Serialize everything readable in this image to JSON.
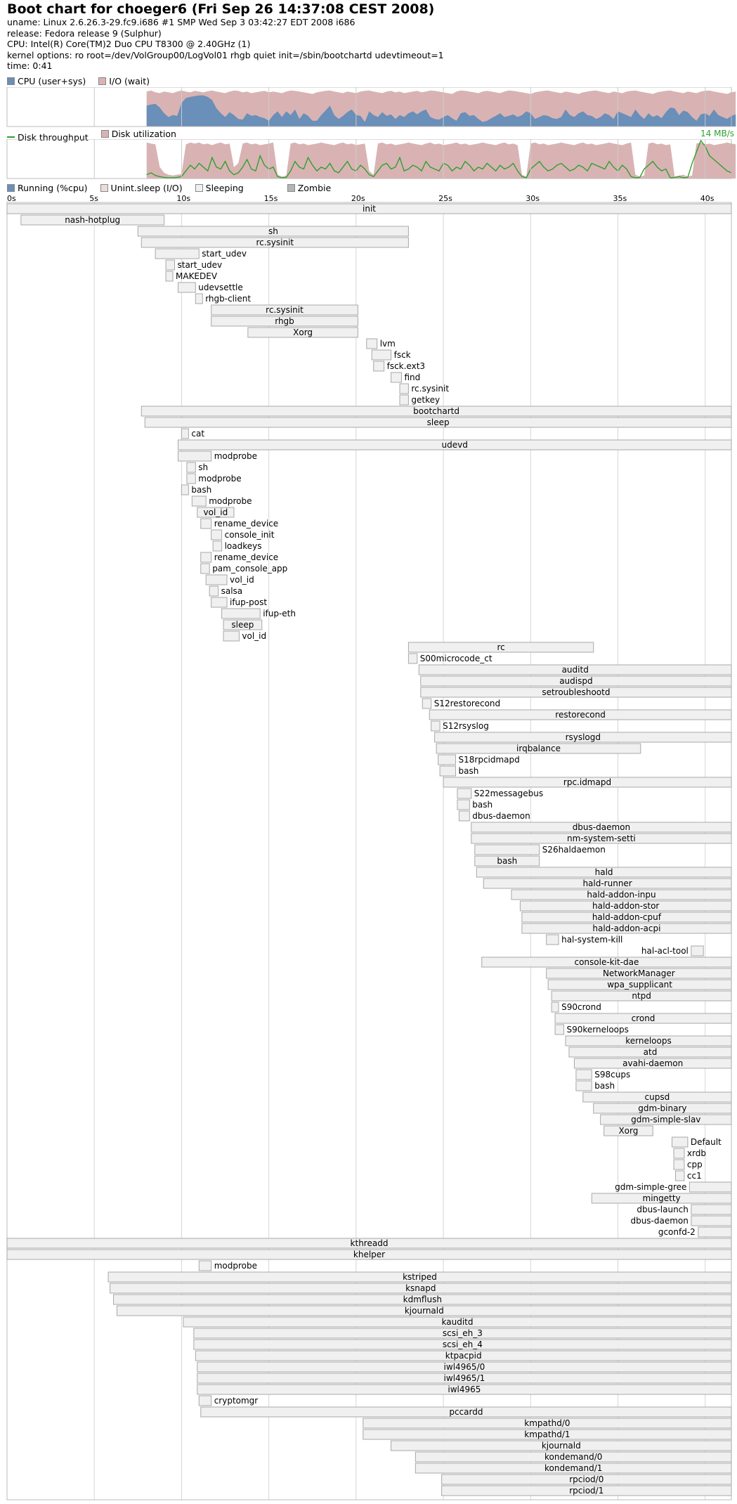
{
  "header": {
    "title": "Boot chart for choeger6 (Fri Sep 26 14:37:08 CEST 2008)",
    "uname": "uname: Linux 2.6.26.3-29.fc9.i686 #1 SMP Wed Sep 3 03:42:27 EDT 2008 i686",
    "release": "release: Fedora release 9 (Sulphur)",
    "cpu": "CPU: Intel(R) Core(TM)2 Duo CPU     T8300  @ 2.40GHz (1)",
    "kernel": "kernel options: ro root=/dev/VolGroup00/LogVol01 rhgb quiet init=/sbin/bootchartd udevtimeout=1",
    "time": "time: 0:41"
  },
  "legends": {
    "cpu_user_sys": "CPU (user+sys)",
    "io_wait": "I/O (wait)",
    "disk_throughput": "Disk throughput",
    "disk_utilization": "Disk utilization",
    "running": "Running (%cpu)",
    "unint_sleep": "Unint.sleep (I/O)",
    "sleeping": "Sleeping",
    "zombie": "Zombie",
    "throughput_max": "14 MB/s"
  },
  "colors": {
    "cpu": "#6a8fb8",
    "io": "#d9b3b3",
    "throughput": "#2ea02e",
    "sleeping_bg": "#f0f0f0",
    "proc_border": "#a8a8a8",
    "grid": "#cccccc",
    "zombie": "#b4b4b4"
  },
  "chart_data": {
    "type": "gantt",
    "x_unit": "s",
    "xlim": [
      0,
      41.5
    ],
    "xticks": [
      "0s",
      "5s",
      "10s",
      "15s",
      "20s",
      "25s",
      "30s",
      "35s",
      "40s"
    ],
    "xtick_values": [
      0,
      5,
      10,
      15,
      20,
      25,
      30,
      35,
      40
    ],
    "cpu_series_start": 8,
    "cpu_step": 0.25,
    "processes": [
      {
        "name": "init",
        "start": 0.0,
        "end": 41.5
      },
      {
        "name": "nash-hotplug",
        "start": 0.8,
        "end": 9.0
      },
      {
        "name": "sh",
        "start": 7.5,
        "end": 23.0
      },
      {
        "name": "rc.sysinit",
        "start": 7.7,
        "end": 23.0
      },
      {
        "name": "start_udev",
        "start": 8.5,
        "end": 11.0
      },
      {
        "name": "start_udev",
        "start": 9.1,
        "end": 9.6
      },
      {
        "name": "MAKEDEV",
        "start": 9.1,
        "end": 9.5
      },
      {
        "name": "udevsettle",
        "start": 9.8,
        "end": 10.8
      },
      {
        "name": "rhgb-client",
        "start": 10.8,
        "end": 11.2
      },
      {
        "name": "rc.sysinit",
        "start": 11.7,
        "end": 20.1
      },
      {
        "name": "rhgb",
        "start": 11.7,
        "end": 20.1
      },
      {
        "name": "Xorg",
        "start": 13.8,
        "end": 20.1
      },
      {
        "name": "lvm",
        "start": 20.6,
        "end": 21.2
      },
      {
        "name": "fsck",
        "start": 20.9,
        "end": 22.0
      },
      {
        "name": "fsck.ext3",
        "start": 21.0,
        "end": 21.6
      },
      {
        "name": "find",
        "start": 22.0,
        "end": 22.6
      },
      {
        "name": "rc.sysinit",
        "start": 22.5,
        "end": 23.0
      },
      {
        "name": "getkey",
        "start": 22.5,
        "end": 23.0
      },
      {
        "name": "bootchartd",
        "start": 7.7,
        "end": 41.5
      },
      {
        "name": "sleep",
        "start": 7.9,
        "end": 41.5
      },
      {
        "name": "cat",
        "start": 10.0,
        "end": 10.4
      },
      {
        "name": "udevd",
        "start": 9.8,
        "end": 41.5
      },
      {
        "name": "modprobe",
        "start": 9.8,
        "end": 11.7
      },
      {
        "name": "sh",
        "start": 10.3,
        "end": 10.8
      },
      {
        "name": "modprobe",
        "start": 10.3,
        "end": 10.8
      },
      {
        "name": "bash",
        "start": 10.0,
        "end": 10.4
      },
      {
        "name": "modprobe",
        "start": 10.6,
        "end": 11.4
      },
      {
        "name": "vol_id",
        "start": 10.9,
        "end": 13.0
      },
      {
        "name": "rename_device",
        "start": 11.1,
        "end": 11.7
      },
      {
        "name": "console_init",
        "start": 11.7,
        "end": 12.3
      },
      {
        "name": "loadkeys",
        "start": 11.8,
        "end": 12.3
      },
      {
        "name": "rename_device",
        "start": 11.1,
        "end": 11.7
      },
      {
        "name": "pam_console_app",
        "start": 11.1,
        "end": 11.6
      },
      {
        "name": "vol_id",
        "start": 11.4,
        "end": 12.6
      },
      {
        "name": "salsa",
        "start": 11.6,
        "end": 12.1
      },
      {
        "name": "ifup-post",
        "start": 11.7,
        "end": 12.6
      },
      {
        "name": "ifup-eth",
        "start": 12.3,
        "end": 14.5
      },
      {
        "name": "sleep",
        "start": 12.4,
        "end": 14.6
      },
      {
        "name": "vol_id",
        "start": 12.4,
        "end": 13.3
      },
      {
        "name": "rc",
        "start": 23.0,
        "end": 33.6
      },
      {
        "name": "S00microcode_ct",
        "start": 23.0,
        "end": 23.5
      },
      {
        "name": "auditd",
        "start": 23.6,
        "end": 41.5
      },
      {
        "name": "audispd",
        "start": 23.7,
        "end": 41.5
      },
      {
        "name": "setroubleshootd",
        "start": 23.7,
        "end": 41.5
      },
      {
        "name": "S12restorecond",
        "start": 23.8,
        "end": 24.3
      },
      {
        "name": "restorecond",
        "start": 24.2,
        "end": 41.5
      },
      {
        "name": "S12rsyslog",
        "start": 24.3,
        "end": 24.8
      },
      {
        "name": "rsyslogd",
        "start": 24.5,
        "end": 41.5
      },
      {
        "name": "irqbalance",
        "start": 24.6,
        "end": 36.3
      },
      {
        "name": "S18rpcidmapd",
        "start": 24.7,
        "end": 25.7
      },
      {
        "name": "bash",
        "start": 24.8,
        "end": 25.7
      },
      {
        "name": "rpc.idmapd",
        "start": 25.0,
        "end": 41.5
      },
      {
        "name": "S22messagebus",
        "start": 25.8,
        "end": 26.6
      },
      {
        "name": "bash",
        "start": 25.8,
        "end": 26.5
      },
      {
        "name": "dbus-daemon",
        "start": 25.9,
        "end": 26.5
      },
      {
        "name": "dbus-daemon",
        "start": 26.6,
        "end": 41.5
      },
      {
        "name": "nm-system-setti",
        "start": 26.6,
        "end": 41.5
      },
      {
        "name": "S26haldaemon",
        "start": 26.8,
        "end": 30.5
      },
      {
        "name": "bash",
        "start": 26.8,
        "end": 30.5
      },
      {
        "name": "hald",
        "start": 26.9,
        "end": 41.5
      },
      {
        "name": "hald-runner",
        "start": 27.3,
        "end": 41.5
      },
      {
        "name": "hald-addon-inpu",
        "start": 28.9,
        "end": 41.5
      },
      {
        "name": "hald-addon-stor",
        "start": 29.4,
        "end": 41.5
      },
      {
        "name": "hald-addon-cpuf",
        "start": 29.5,
        "end": 41.5
      },
      {
        "name": "hald-addon-acpi",
        "start": 29.5,
        "end": 41.5
      },
      {
        "name": "hal-system-kill",
        "start": 30.9,
        "end": 31.6
      },
      {
        "name": "hal-acl-tool",
        "start": 39.2,
        "end": 39.9
      },
      {
        "name": "console-kit-dae",
        "start": 27.2,
        "end": 41.5
      },
      {
        "name": "NetworkManager",
        "start": 30.9,
        "end": 41.5
      },
      {
        "name": "wpa_supplicant",
        "start": 31.0,
        "end": 41.5
      },
      {
        "name": "ntpd",
        "start": 31.2,
        "end": 41.5
      },
      {
        "name": "S90crond",
        "start": 31.2,
        "end": 31.6
      },
      {
        "name": "crond",
        "start": 31.4,
        "end": 41.5
      },
      {
        "name": "S90kerneloops",
        "start": 31.4,
        "end": 31.9
      },
      {
        "name": "kerneloops",
        "start": 32.0,
        "end": 41.5
      },
      {
        "name": "atd",
        "start": 32.2,
        "end": 41.5
      },
      {
        "name": "avahi-daemon",
        "start": 32.5,
        "end": 41.5
      },
      {
        "name": "S98cups",
        "start": 32.6,
        "end": 33.5
      },
      {
        "name": "bash",
        "start": 32.6,
        "end": 33.5
      },
      {
        "name": "cupsd",
        "start": 33.0,
        "end": 41.5
      },
      {
        "name": "gdm-binary",
        "start": 33.6,
        "end": 41.5
      },
      {
        "name": "gdm-simple-slav",
        "start": 34.0,
        "end": 41.5
      },
      {
        "name": "Xorg",
        "start": 34.2,
        "end": 37.0
      },
      {
        "name": "Default",
        "start": 38.1,
        "end": 39.0
      },
      {
        "name": "xrdb",
        "start": 38.2,
        "end": 38.8
      },
      {
        "name": "cpp",
        "start": 38.2,
        "end": 38.8
      },
      {
        "name": "cc1",
        "start": 38.3,
        "end": 38.8
      },
      {
        "name": "gdm-simple-gree",
        "start": 39.1,
        "end": 41.5
      },
      {
        "name": "mingetty",
        "start": 33.5,
        "end": 41.5
      },
      {
        "name": "dbus-launch",
        "start": 39.2,
        "end": 41.5
      },
      {
        "name": "dbus-daemon",
        "start": 39.2,
        "end": 41.5
      },
      {
        "name": "gconfd-2",
        "start": 39.6,
        "end": 41.5
      },
      {
        "name": "kthreadd",
        "start": 0.0,
        "end": 41.5
      },
      {
        "name": "khelper",
        "start": 0.0,
        "end": 41.5
      },
      {
        "name": "modprobe",
        "start": 11.0,
        "end": 11.7
      },
      {
        "name": "kstriped",
        "start": 5.8,
        "end": 41.5
      },
      {
        "name": "ksnapd",
        "start": 5.9,
        "end": 41.5
      },
      {
        "name": "kdmflush",
        "start": 6.1,
        "end": 41.5
      },
      {
        "name": "kjournald",
        "start": 6.3,
        "end": 41.5
      },
      {
        "name": "kauditd",
        "start": 10.1,
        "end": 41.5
      },
      {
        "name": "scsi_eh_3",
        "start": 10.7,
        "end": 41.5
      },
      {
        "name": "scsi_eh_4",
        "start": 10.7,
        "end": 41.5
      },
      {
        "name": "ktpacpid",
        "start": 10.8,
        "end": 41.5
      },
      {
        "name": "iwl4965/0",
        "start": 10.9,
        "end": 41.5
      },
      {
        "name": "iwl4965/1",
        "start": 10.9,
        "end": 41.5
      },
      {
        "name": "iwl4965",
        "start": 10.9,
        "end": 41.5
      },
      {
        "name": "cryptomgr",
        "start": 11.0,
        "end": 11.7
      },
      {
        "name": "pccardd",
        "start": 11.1,
        "end": 41.5
      },
      {
        "name": "kmpathd/0",
        "start": 20.4,
        "end": 41.5
      },
      {
        "name": "kmpathd/1",
        "start": 20.4,
        "end": 41.5
      },
      {
        "name": "kjournald",
        "start": 22.0,
        "end": 41.5
      },
      {
        "name": "kondemand/0",
        "start": 23.4,
        "end": 41.5
      },
      {
        "name": "kondemand/1",
        "start": 23.4,
        "end": 41.5
      },
      {
        "name": "rpciod/0",
        "start": 24.9,
        "end": 41.5
      },
      {
        "name": "rpciod/1",
        "start": 24.9,
        "end": 41.5
      }
    ],
    "cpu_user_sys": [
      55,
      58,
      60,
      50,
      35,
      25,
      30,
      28,
      62,
      75,
      78,
      80,
      82,
      82,
      78,
      70,
      48,
      35,
      25,
      38,
      30,
      20,
      18,
      35,
      28,
      30,
      25,
      22,
      15,
      30,
      40,
      25,
      40,
      30,
      45,
      20,
      35,
      28,
      15,
      15,
      30,
      42,
      55,
      30,
      20,
      28,
      38,
      45,
      30,
      28,
      12,
      40,
      30,
      25,
      38,
      28,
      32,
      20,
      30,
      25,
      35,
      40,
      32,
      40,
      45,
      25,
      20,
      18,
      25,
      30,
      22,
      15,
      35,
      38,
      28,
      30,
      20,
      12,
      15,
      22,
      28,
      35,
      25,
      28,
      32,
      25,
      30,
      40,
      35,
      20,
      25,
      30,
      28,
      22,
      20,
      25,
      45,
      30,
      25,
      35,
      40,
      30,
      28,
      20,
      25,
      35,
      30,
      20,
      40,
      35,
      30,
      25,
      45,
      30,
      20,
      35,
      25,
      30,
      22,
      38,
      50,
      48,
      30,
      42,
      38,
      25,
      15,
      32,
      35,
      28,
      45,
      30,
      25,
      20,
      28,
      32
    ],
    "io_wait": [
      92,
      95,
      90,
      88,
      92,
      90,
      88,
      92,
      95,
      92,
      90,
      94,
      92,
      90,
      93,
      95,
      92,
      90,
      88,
      92,
      95,
      94,
      90,
      92,
      88,
      90,
      92,
      94,
      90,
      92,
      90,
      88,
      92,
      95,
      94,
      92,
      90,
      88,
      86,
      90,
      92,
      94,
      95,
      92,
      90,
      88,
      92,
      90,
      88,
      92,
      94,
      95,
      92,
      90,
      88,
      92,
      94,
      90,
      92,
      88,
      90,
      92,
      94,
      90,
      92,
      95,
      94,
      92,
      90,
      88,
      86,
      92,
      95,
      94,
      92,
      90,
      88,
      92,
      94,
      92,
      90,
      88,
      92,
      95,
      94,
      92,
      90,
      88,
      86,
      90,
      92,
      94,
      95,
      92,
      90,
      88,
      92,
      90,
      88,
      86,
      90,
      92,
      94,
      95,
      92,
      90,
      88,
      92,
      90,
      88,
      92,
      94,
      95,
      92,
      90,
      88,
      86,
      90,
      92,
      94,
      95,
      92,
      90,
      88,
      92,
      90,
      88,
      92,
      94,
      95,
      92,
      90,
      88,
      86,
      90,
      92
    ],
    "disk_util": [
      95,
      92,
      90,
      30,
      15,
      10,
      8,
      10,
      12,
      90,
      95,
      92,
      95,
      90,
      92,
      88,
      92,
      95,
      90,
      92,
      30,
      40,
      92,
      95,
      90,
      92,
      88,
      90,
      92,
      95,
      10,
      5,
      8,
      92,
      95,
      90,
      92,
      88,
      90,
      92,
      95,
      92,
      90,
      88,
      92,
      95,
      90,
      92,
      88,
      90,
      92,
      20,
      10,
      92,
      95,
      90,
      92,
      88,
      90,
      92,
      95,
      92,
      90,
      88,
      92,
      95,
      90,
      92,
      88,
      90,
      92,
      95,
      90,
      92,
      88,
      90,
      92,
      95,
      92,
      90,
      88,
      92,
      95,
      90,
      92,
      88,
      10,
      5,
      92,
      95,
      90,
      92,
      88,
      90,
      92,
      95,
      92,
      90,
      88,
      92,
      95,
      90,
      92,
      88,
      90,
      92,
      95,
      92,
      90,
      88,
      92,
      95,
      10,
      5,
      8,
      92,
      95,
      90,
      92,
      88,
      90,
      5,
      8,
      10,
      5,
      8,
      92,
      95,
      90,
      92,
      88,
      90,
      92,
      95,
      92,
      90
    ],
    "disk_throughput": [
      10,
      15,
      8,
      5,
      3,
      2,
      2,
      3,
      5,
      20,
      35,
      25,
      40,
      30,
      20,
      55,
      30,
      25,
      45,
      20,
      10,
      15,
      30,
      50,
      25,
      20,
      60,
      35,
      25,
      30,
      5,
      2,
      3,
      20,
      45,
      30,
      25,
      55,
      35,
      20,
      30,
      25,
      40,
      20,
      15,
      30,
      45,
      25,
      20,
      35,
      25,
      10,
      5,
      20,
      35,
      40,
      25,
      30,
      55,
      20,
      25,
      35,
      30,
      20,
      45,
      30,
      25,
      20,
      40,
      35,
      20,
      30,
      25,
      45,
      35,
      20,
      30,
      25,
      40,
      30,
      20,
      35,
      25,
      30,
      40,
      20,
      5,
      2,
      25,
      35,
      45,
      30,
      20,
      25,
      35,
      40,
      30,
      20,
      25,
      35,
      30,
      20,
      40,
      35,
      30,
      25,
      45,
      30,
      20,
      35,
      25,
      5,
      2,
      3,
      25,
      35,
      45,
      30,
      20,
      25,
      2,
      3,
      5,
      2,
      3,
      40,
      70,
      100,
      85,
      60,
      50,
      40,
      30,
      20,
      15
    ]
  }
}
